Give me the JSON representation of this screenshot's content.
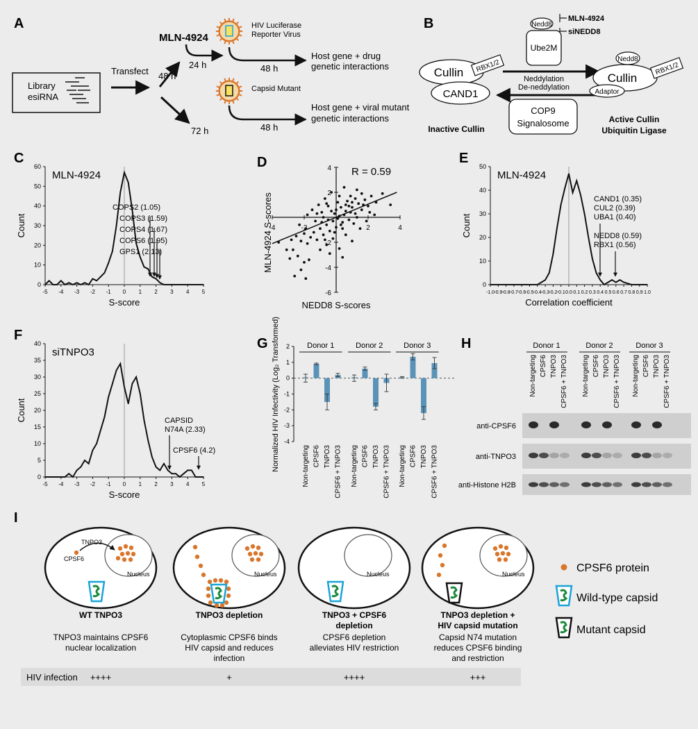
{
  "panels": {
    "A": {
      "letter": "A",
      "library_line1": "Library",
      "library_line2": "esiRNA",
      "transfect": "Transfect",
      "drug": "MLN-4924",
      "t_48_1": "48 h",
      "t_24": "24 h",
      "t_48_2": "48 h",
      "t_72": "72 h",
      "t_48_3": "48 h",
      "virus1_line1": "HIV Luciferase",
      "virus1_line2": "Reporter Virus",
      "virus2": "Capsid Mutant",
      "outcome1_line1": "Host gene + drug",
      "outcome1_line2": "genetic interactions",
      "outcome2_line1": "Host gene + viral mutant",
      "outcome2_line2": "genetic interactions"
    },
    "B": {
      "letter": "B",
      "nedd8": "Nedd8",
      "inhibitor1": "MLN-4924",
      "inhibitor2": "siNEDD8",
      "ube2m": "Ube2M",
      "cullin": "Cullin",
      "rbx": "RBX1/2",
      "cand1": "CAND1",
      "neddylation": "Neddylation",
      "deneddylation": "De-neddylation",
      "cop9_line1": "COP9",
      "cop9_line2": "Signalosome",
      "inactive": "Inactive Cullin",
      "nedd8_right": "Nedd8",
      "cullin_right": "Cullin",
      "rbx_right": "RBX1/2",
      "adaptor": "Adaptor",
      "active_line1": "Active Cullin",
      "active_line2": "Ubiquitin Ligase"
    },
    "I": {
      "letter": "I",
      "cells": [
        {
          "title": "WT TNPO3",
          "desc1": "TNPO3 maintains CPSF6",
          "desc2": "nuclear localization",
          "desc3": "",
          "infection": "++++"
        },
        {
          "title": "TNPO3 depletion",
          "desc1": "Cytoplasmic CPSF6 binds",
          "desc2": "HIV capsid and reduces",
          "desc3": "infection",
          "infection": "+"
        },
        {
          "title": "TNPO3 + CPSF6",
          "title2": "depletion",
          "desc1": "CPSF6 depletion",
          "desc2": "alleviates HIV restriction",
          "desc3": "",
          "infection": "++++"
        },
        {
          "title": "TNPO3 depletion +",
          "title2": "HIV capsid mutation",
          "desc1": "Capsid N74 mutation",
          "desc2": "reduces CPSF6 binding",
          "desc3": "and restriction",
          "infection": "+++"
        }
      ],
      "tnpo3_label": "TNPO3",
      "cpsf6_label": "CPSF6",
      "nucleus": "Nucleus",
      "infection_label": "HIV  infection",
      "legend": {
        "cpsf6": "CPSF6 protein",
        "wt": "Wild-type capsid",
        "mutant": "Mutant capsid"
      }
    },
    "H": {
      "letter": "H",
      "donors": [
        "Donor 1",
        "Donor 2",
        "Donor 3"
      ],
      "lanes": [
        "Non-targeting",
        "CPSF6",
        "TNPO3",
        "CPSF6 + TNPO3"
      ],
      "blots": [
        "anti-CPSF6",
        "anti-TNPO3",
        "anti-Histone H2B"
      ]
    }
  },
  "chart_data": [
    {
      "id": "C",
      "letter": "C",
      "type": "line",
      "title": "MLN-4924",
      "xlabel": "S-score",
      "ylabel": "Count",
      "xlim": [
        -5,
        5
      ],
      "ylim": [
        0,
        60
      ],
      "xticks": [
        -5,
        -4,
        -3,
        -2,
        -1,
        0,
        1,
        2,
        3,
        4,
        5
      ],
      "yticks": [
        0,
        10,
        20,
        30,
        40,
        50,
        60
      ],
      "x": [
        -5,
        -4.75,
        -4.5,
        -4.25,
        -4,
        -3.75,
        -3.5,
        -3.25,
        -3,
        -2.75,
        -2.5,
        -2.25,
        -2,
        -1.75,
        -1.5,
        -1.25,
        -1,
        -0.75,
        -0.5,
        -0.25,
        0,
        0.25,
        0.5,
        0.75,
        1,
        1.25,
        1.5,
        1.75,
        2,
        2.25,
        2.5,
        2.75,
        3,
        3.25,
        3.5,
        3.75,
        4,
        4.25,
        4.5,
        4.75,
        5
      ],
      "y": [
        0,
        2,
        0,
        0,
        2,
        0,
        1,
        0,
        1,
        0,
        1,
        0,
        3,
        2,
        4,
        6,
        11,
        17,
        30,
        47,
        57,
        52,
        38,
        21,
        14,
        9,
        8,
        4,
        3,
        1,
        0,
        0,
        0,
        0,
        0,
        0,
        0,
        0,
        0,
        0,
        0
      ],
      "annotations": [
        {
          "text": "COPS2 (1.05)",
          "x": 1.05
        },
        {
          "text": "COPS3 (1.59)",
          "x": 1.59
        },
        {
          "text": "COPS4 (1.67)",
          "x": 1.67
        },
        {
          "text": "COPS6 (1.95)",
          "x": 1.95
        },
        {
          "text": "GPS1 (2.13)",
          "x": 2.13
        }
      ]
    },
    {
      "id": "D",
      "letter": "D",
      "type": "scatter",
      "xlabel": "NEDD8 S-scores",
      "ylabel": "MLN-4924 S-scores",
      "annotation": "R = 0.59",
      "xlim": [
        -4,
        4
      ],
      "ylim": [
        -6,
        4
      ],
      "xticks": [
        -4,
        -2,
        2,
        4
      ],
      "yticks": [
        -6,
        -4,
        -2,
        2,
        4
      ],
      "fit": {
        "x": [
          -4,
          3.8
        ],
        "y": [
          -2.1,
          2.0
        ]
      },
      "points": [
        [
          -3.6,
          -2
        ],
        [
          -3.1,
          -2.6
        ],
        [
          -2.9,
          -3.3
        ],
        [
          -2.7,
          -2.6
        ],
        [
          -2.6,
          -4.7
        ],
        [
          -2.4,
          -3.1
        ],
        [
          -2.2,
          -4.2
        ],
        [
          -2.0,
          -3.6
        ],
        [
          -1.9,
          -4.9
        ],
        [
          -1.7,
          -3.4
        ],
        [
          -2.8,
          -1.8
        ],
        [
          -2.5,
          -1.5
        ],
        [
          -2.2,
          -1.9
        ],
        [
          -2.0,
          -1.3
        ],
        [
          -1.8,
          -2.1
        ],
        [
          -1.6,
          -1.6
        ],
        [
          -1.4,
          -1.2
        ],
        [
          -1.2,
          -1.8
        ],
        [
          -1.0,
          -0.9
        ],
        [
          -0.8,
          -1.4
        ],
        [
          -0.6,
          -0.6
        ],
        [
          -0.4,
          -1.1
        ],
        [
          -0.2,
          -0.3
        ],
        [
          0.0,
          -0.8
        ],
        [
          0.2,
          0.1
        ],
        [
          0.4,
          -0.4
        ],
        [
          0.6,
          0.5
        ],
        [
          0.8,
          -0.2
        ],
        [
          1.0,
          0.8
        ],
        [
          1.2,
          0.3
        ],
        [
          1.4,
          1.1
        ],
        [
          1.6,
          0.6
        ],
        [
          1.8,
          1.4
        ],
        [
          2.0,
          0.9
        ],
        [
          2.2,
          1.7
        ],
        [
          2.5,
          1.2
        ],
        [
          2.9,
          1.9
        ],
        [
          3.4,
          1.0
        ],
        [
          -1.5,
          0.6
        ],
        [
          -1.1,
          1.0
        ],
        [
          -0.7,
          1.5
        ],
        [
          -0.3,
          2.0
        ],
        [
          0.1,
          1.2
        ],
        [
          0.5,
          2.4
        ],
        [
          0.9,
          1.7
        ],
        [
          1.3,
          2.2
        ],
        [
          -1.8,
          0.2
        ],
        [
          -1.3,
          -0.3
        ],
        [
          -0.9,
          0.4
        ],
        [
          -0.5,
          0.9
        ],
        [
          -0.1,
          0.3
        ],
        [
          0.3,
          0.8
        ],
        [
          0.7,
          1.3
        ],
        [
          1.1,
          -0.5
        ],
        [
          1.5,
          -0.9
        ],
        [
          1.9,
          -0.3
        ],
        [
          -2.3,
          -0.6
        ],
        [
          -1.9,
          -0.9
        ],
        [
          -0.6,
          -2.2
        ],
        [
          -0.2,
          -1.7
        ],
        [
          0.2,
          -2.5
        ],
        [
          0.6,
          -1.4
        ],
        [
          1.0,
          -1.9
        ],
        [
          -1.0,
          -2.6
        ],
        [
          -0.4,
          -2.9
        ],
        [
          0.4,
          -3.2
        ],
        [
          -0.8,
          0.0
        ],
        [
          -0.3,
          0.5
        ],
        [
          0.1,
          -0.1
        ],
        [
          0.5,
          0.2
        ],
        [
          0.9,
          0.4
        ],
        [
          1.3,
          0.0
        ],
        [
          1.7,
          1.0
        ],
        [
          2.1,
          0.4
        ],
        [
          2.4,
          0.2
        ],
        [
          -0.9,
          -0.4
        ],
        [
          -0.5,
          -0.2
        ],
        [
          0.0,
          0.6
        ],
        [
          0.3,
          -0.6
        ],
        [
          0.8,
          0.9
        ],
        [
          1.2,
          1.5
        ],
        [
          1.6,
          1.9
        ],
        [
          -1.2,
          0.3
        ],
        [
          -0.6,
          1.1
        ],
        [
          0.2,
          1.7
        ],
        [
          0.6,
          1.0
        ],
        [
          1.0,
          1.2
        ],
        [
          -0.1,
          -1.2
        ],
        [
          0.4,
          -0.9
        ],
        [
          -0.7,
          -1.8
        ]
      ]
    },
    {
      "id": "E",
      "letter": "E",
      "type": "line",
      "title": "MLN-4924",
      "xlabel": "Correlation coefficient",
      "ylabel": "Count",
      "xlim": [
        -1.0,
        1.0
      ],
      "ylim": [
        0,
        50
      ],
      "xticks": [
        -1.0,
        -0.9,
        -0.8,
        -0.7,
        -0.6,
        -0.5,
        -0.4,
        -0.3,
        -0.2,
        -0.1,
        0.0,
        0.1,
        0.2,
        0.3,
        0.4,
        0.5,
        0.6,
        0.7,
        0.8,
        0.9,
        1.0
      ],
      "yticks": [
        0,
        10,
        20,
        30,
        40,
        50
      ],
      "x": [
        -1.0,
        -0.9,
        -0.8,
        -0.7,
        -0.6,
        -0.5,
        -0.45,
        -0.4,
        -0.35,
        -0.3,
        -0.25,
        -0.2,
        -0.15,
        -0.1,
        -0.05,
        0.0,
        0.05,
        0.1,
        0.15,
        0.2,
        0.25,
        0.3,
        0.35,
        0.4,
        0.45,
        0.5,
        0.55,
        0.6,
        0.65,
        0.7,
        0.8,
        0.9,
        1.0
      ],
      "y": [
        0,
        0,
        0,
        0,
        0,
        0,
        0,
        0,
        1,
        2,
        5,
        13,
        24,
        34,
        41,
        47,
        39,
        44,
        38,
        30,
        20,
        11,
        5,
        2,
        0,
        1,
        2,
        1,
        2,
        1,
        0,
        0,
        0
      ],
      "annotations": [
        {
          "text": "CAND1 (0.35)",
          "x": 0.35
        },
        {
          "text": "CUL2 (0.39)",
          "x": 0.39
        },
        {
          "text": "UBA1 (0.40)",
          "x": 0.4
        },
        {
          "text": "NEDD8 (0.59)",
          "x": 0.59
        },
        {
          "text": "RBX1 (0.56)",
          "x": 0.56
        }
      ]
    },
    {
      "id": "F",
      "letter": "F",
      "type": "line",
      "title": "siTNPO3",
      "xlabel": "S-score",
      "ylabel": "Count",
      "xlim": [
        -5,
        5
      ],
      "ylim": [
        0,
        40
      ],
      "xticks": [
        -5,
        -4,
        -3,
        -2,
        -1,
        0,
        1,
        2,
        3,
        4,
        5
      ],
      "yticks": [
        0,
        5,
        10,
        15,
        20,
        25,
        30,
        35,
        40
      ],
      "x": [
        -5,
        -4.75,
        -4.5,
        -4.25,
        -4,
        -3.75,
        -3.5,
        -3.25,
        -3,
        -2.75,
        -2.5,
        -2.25,
        -2,
        -1.75,
        -1.5,
        -1.25,
        -1,
        -0.75,
        -0.5,
        -0.25,
        0,
        0.25,
        0.5,
        0.75,
        1,
        1.25,
        1.5,
        1.75,
        2,
        2.25,
        2.5,
        2.75,
        3,
        3.25,
        3.5,
        3.75,
        4,
        4.25,
        4.5,
        4.75,
        5
      ],
      "y": [
        0,
        0,
        0,
        0,
        0,
        0,
        1,
        0,
        2,
        3,
        5,
        4,
        8,
        10,
        14,
        18,
        24,
        28,
        32,
        34,
        27,
        22,
        28,
        30,
        25,
        17,
        11,
        6,
        3,
        2,
        4,
        2,
        1,
        1,
        0,
        1,
        2,
        2,
        0,
        0,
        0
      ],
      "annotations": [
        {
          "text": "CAPSID",
          "text2": "N74A (2.33)",
          "x": 2.33
        },
        {
          "text": "CPSF6 (4.2)",
          "x": 4.2
        }
      ]
    },
    {
      "id": "G",
      "letter": "G",
      "type": "bar",
      "ylabel": "Normalized HIV Infectivity (Log₂ Transformed)",
      "ylim": [
        -4,
        2
      ],
      "yticks": [
        -4,
        -3,
        -2,
        -1,
        0,
        1,
        2
      ],
      "groups": [
        "Donor 1",
        "Donor 2",
        "Donor 3"
      ],
      "categories": [
        "Non-targeting",
        "CPSF6",
        "TNPO3",
        "CPSF6 + TNPO3"
      ],
      "series": [
        {
          "name": "Donor 1",
          "values": [
            0.0,
            0.9,
            -1.5,
            0.2
          ],
          "errors": [
            0.25,
            0.05,
            0.5,
            0.1
          ]
        },
        {
          "name": "Donor 2",
          "values": [
            0.0,
            0.6,
            -1.8,
            -0.3
          ],
          "errors": [
            0.2,
            0.1,
            0.2,
            0.55
          ]
        },
        {
          "name": "Donor 3",
          "values": [
            0.05,
            1.35,
            -2.2,
            0.95
          ],
          "errors": [
            0.05,
            0.2,
            0.4,
            0.35
          ]
        }
      ]
    }
  ],
  "colors": {
    "bar": "#5b93b8",
    "dot": "#d9762b",
    "capsid_wt": "#1aa3d8",
    "capsid_mut": "#1a1a1a",
    "capsid_fill": "#1a8a3a",
    "band_bg": "#e1e1e1",
    "blot_bg": "#cfcfcf"
  }
}
